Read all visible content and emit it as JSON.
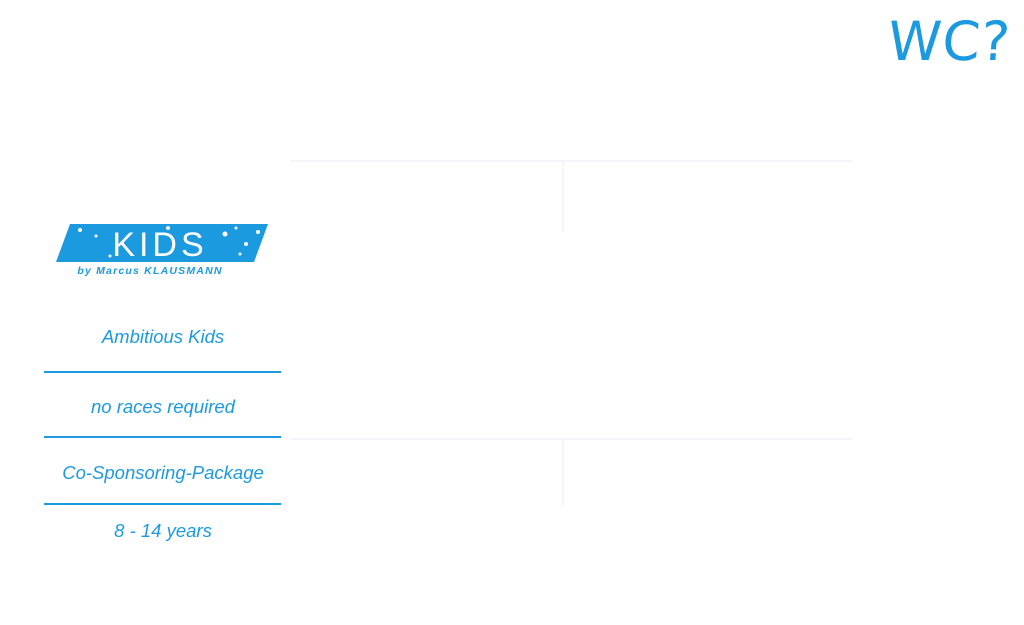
{
  "header": {
    "handwritten_note": "WC?"
  },
  "logo": {
    "word": "KIDS",
    "tagline": "by Marcus KLAUSMANN"
  },
  "card": {
    "items": [
      "Ambitious Kids",
      "no races required",
      "Co-Sponsoring-Package",
      "8 - 14 years"
    ]
  },
  "colors": {
    "accent": "#1b9ae0",
    "background": "#ffffff"
  }
}
